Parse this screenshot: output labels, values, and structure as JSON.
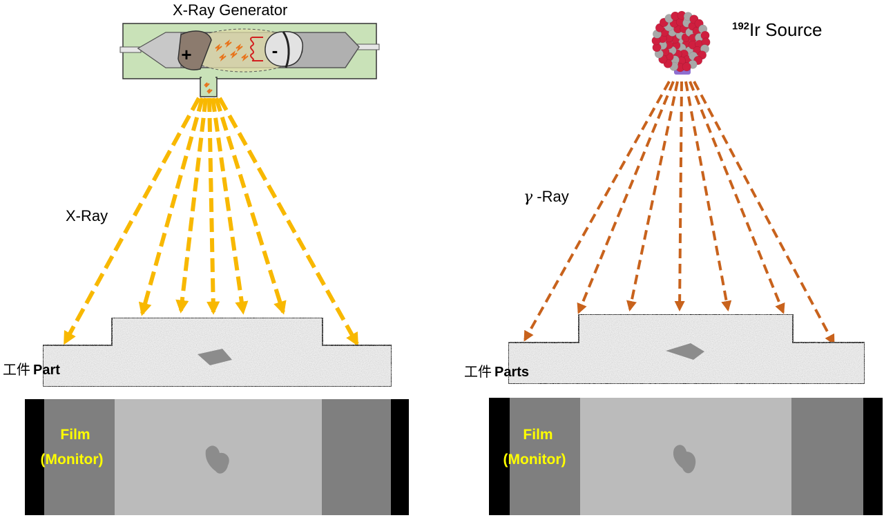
{
  "left_panel": {
    "generator_label": "X-Ray Generator",
    "anode_symbol": "+",
    "cathode_symbol": "-",
    "ray_label": "X-Ray",
    "part_label_cn": "工件",
    "part_label": "Part",
    "film_label_line1": "Film",
    "film_label_line2": "(Monitor)",
    "ray_color": "#f8b800"
  },
  "right_panel": {
    "source_superscript": "192",
    "source_label": "Ir Source",
    "ray_symbol": "γ",
    "ray_label": " -Ray",
    "part_label_cn": "工件",
    "part_label": "Parts",
    "film_label_line1": "Film",
    "film_label_line2": "(Monitor)",
    "ray_color": "#c8621c"
  },
  "colors": {
    "generator_box": "#c9e2b8",
    "film_light": "#bbbbbb",
    "film_dark": "#7f7f7f",
    "film_edge": "#000000",
    "defect": "#8c8c8c",
    "film_text": "#ffff00",
    "atom_red": "#cf1f3f",
    "atom_gray": "#a8a8a8"
  }
}
